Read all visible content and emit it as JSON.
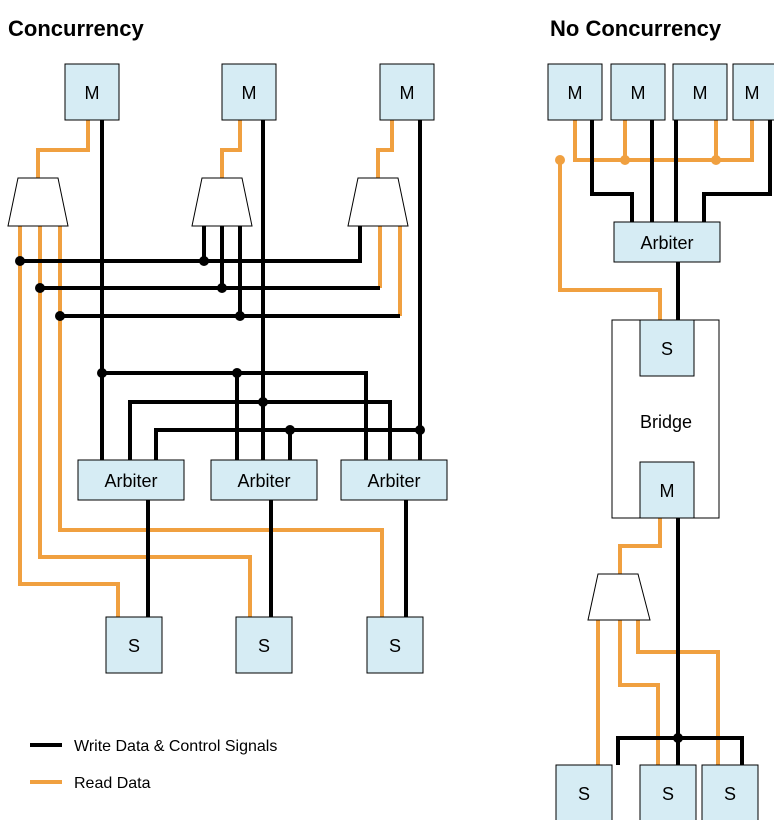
{
  "titles": {
    "left": "Concurrency",
    "right": "No Concurrency"
  },
  "labels": {
    "master": "M",
    "slave": "S",
    "arbiter": "Arbiter",
    "bridge": "Bridge"
  },
  "legend": {
    "write": "Write Data & Control Signals",
    "read": "Read Data"
  },
  "colors": {
    "box_fill": "#d6ecf4",
    "write_line": "#000000",
    "read_line": "#f0a040"
  }
}
